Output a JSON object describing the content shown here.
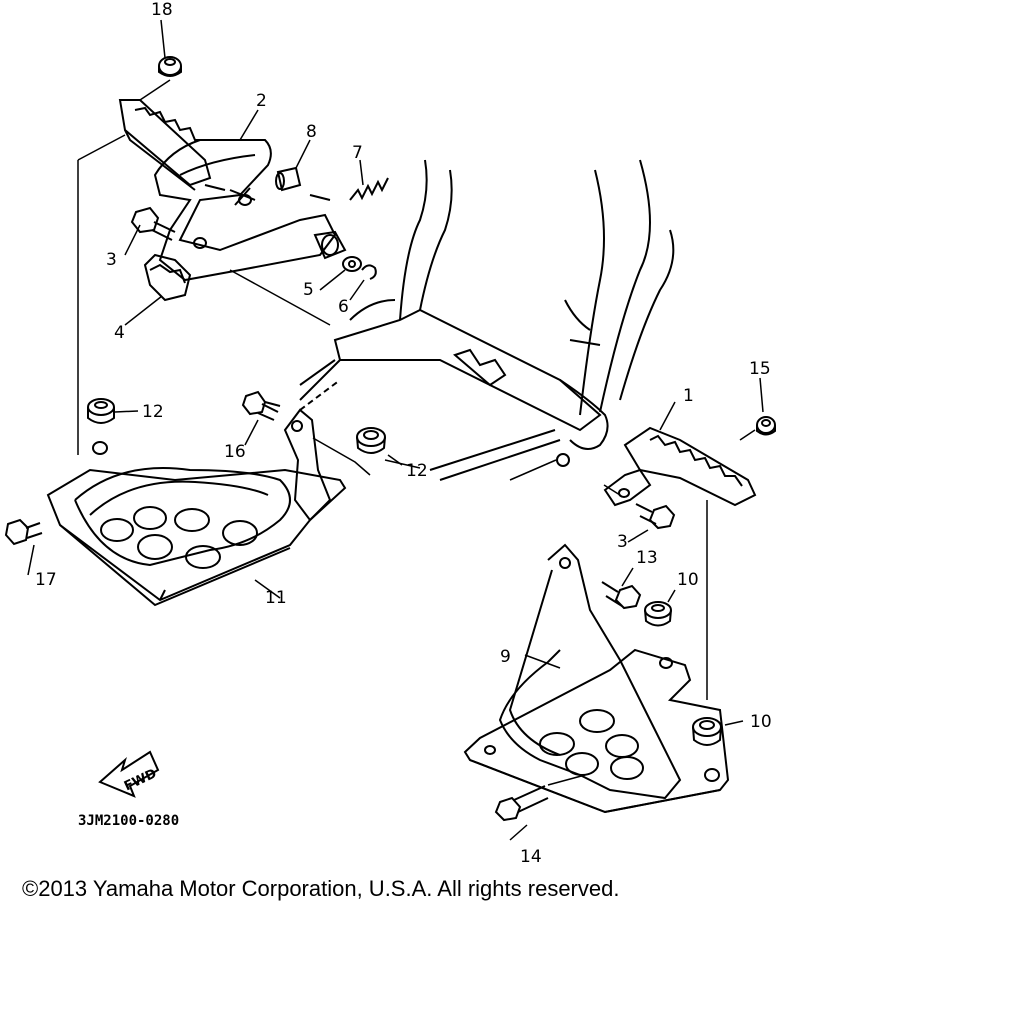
{
  "diagram": {
    "drawing_code": "3JM2100-0280",
    "fwd_label": "FWD",
    "callouts": [
      "1",
      "2",
      "3",
      "3",
      "4",
      "5",
      "6",
      "7",
      "8",
      "9",
      "10",
      "10",
      "11",
      "12",
      "12",
      "13",
      "14",
      "15",
      "16",
      "17",
      "18"
    ]
  },
  "footer": {
    "copyright": "©2013 Yamaha Motor Corporation, U.S.A. All rights reserved."
  }
}
